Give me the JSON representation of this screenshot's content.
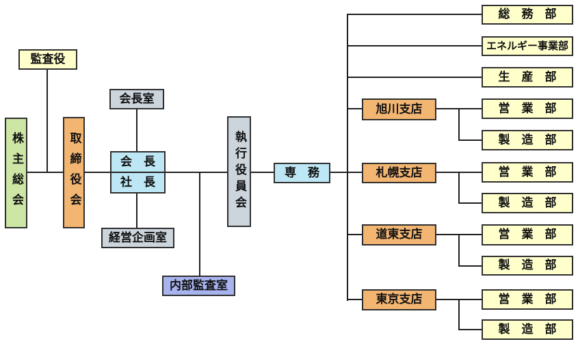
{
  "palette": {
    "pale_yellow": "#ffffcc",
    "pale_green": "#cde6a5",
    "orange": "#f3b572",
    "gray_blue": "#ccd4dc",
    "light_blue": "#bee7f5",
    "periwinkle": "#a8b4ee",
    "box_border": "#2e2e2e",
    "connector": "#1f1f1f",
    "background": "#ffffff"
  },
  "org": {
    "auditor": "監査役",
    "shareholders_meeting": "株主総会",
    "board_of_directors": "取締役会",
    "chairman_office": "会長室",
    "chairman": "会　長",
    "president": "社　長",
    "corporate_planning_office": "経営企画室",
    "executive_officers_committee": "執行役員会",
    "internal_audit_office": "内部監査室",
    "senior_managing_director": "専　務",
    "head_office_departments": [
      {
        "label": "総　務　部"
      },
      {
        "label": "エネルギー事業部"
      },
      {
        "label": "生　産　部"
      }
    ],
    "branches": [
      {
        "label": "旭川支店",
        "departments": [
          {
            "label": "営　業　部"
          },
          {
            "label": "製　造　部"
          }
        ]
      },
      {
        "label": "札幌支店",
        "departments": [
          {
            "label": "営　業　部"
          },
          {
            "label": "製　造　部"
          }
        ]
      },
      {
        "label": "道東支店",
        "departments": [
          {
            "label": "営　業　部"
          },
          {
            "label": "製　造　部"
          }
        ]
      },
      {
        "label": "東京支店",
        "departments": [
          {
            "label": "営　業　部"
          },
          {
            "label": "製　造　部"
          }
        ]
      }
    ]
  }
}
